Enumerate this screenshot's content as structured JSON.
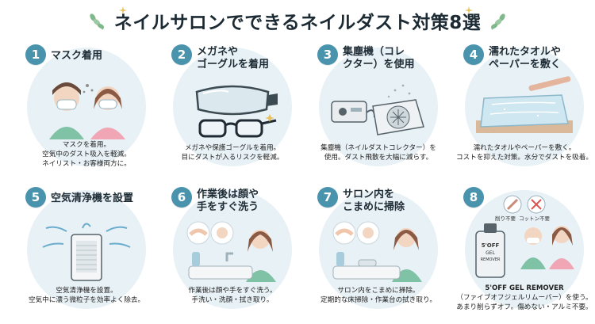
{
  "title": "ネイルサロンでできるネイルダスト対策8選",
  "colors": {
    "accent": "#4a93ad",
    "circle": "#e8f1f6",
    "leaf": "#7fb88a",
    "spark": "#e8c15a"
  },
  "cards": [
    {
      "number": "1",
      "heading_lines": [
        "マスク着用"
      ],
      "desc_lines": [
        "マスクを着用。",
        "空気中のダスト吸入を軽減。",
        "ネイリスト・お客様両方に。"
      ],
      "icon": "mask-icon"
    },
    {
      "number": "2",
      "heading_lines": [
        "メガネや",
        "ゴーグルを着用"
      ],
      "desc_lines": [
        "メガネや保護ゴーグルを着用。",
        "目にダストが入るリスクを軽減。"
      ],
      "icon": "goggles-icon"
    },
    {
      "number": "3",
      "heading_lines": [
        "集塵機（コレ",
        "クター）を使用"
      ],
      "desc_lines": [
        "集塵機（ネイルダストコレクター）を",
        "使用。ダスト飛散を大幅に減らす。"
      ],
      "icon": "dust-collector-icon"
    },
    {
      "number": "4",
      "heading_lines": [
        "濡れたタオルや",
        "ペーパーを敷く"
      ],
      "desc_lines": [
        "濡れたタオルやペーパーを敷く。",
        "コストを抑えた対策。水分でダストを吸着。"
      ],
      "icon": "wet-towel-icon"
    },
    {
      "number": "5",
      "heading_lines": [
        "空気清浄機を設置"
      ],
      "desc_lines": [
        "空気清浄機を設置。",
        "空気中に漂う微粒子を効率よく除去。"
      ],
      "icon": "air-purifier-icon"
    },
    {
      "number": "6",
      "heading_lines": [
        "作業後は顔や",
        "手をすぐ洗う"
      ],
      "desc_lines": [
        "作業後は顔や手をすぐ洗う。",
        "手洗い・洗顔・拭き取り。"
      ],
      "icon": "wash-icon"
    },
    {
      "number": "7",
      "heading_lines": [
        "サロン内を",
        "こまめに掃除"
      ],
      "desc_lines": [
        "サロン内をこまめに掃除。",
        "定期的な床掃除・作業台の拭き取り。"
      ],
      "icon": "cleaning-icon"
    },
    {
      "number": "8",
      "heading_lines": [],
      "desc_lines": [
        "5'OFF GEL REMOVER",
        "（ファイブオフジェルリムーバー）を使う。",
        "あまり削らずオフ。傷めない・アルミ不要。"
      ],
      "icon": "gel-remover-icon",
      "tags": [
        "削り不要",
        "コットン不要"
      ],
      "bottle_label": [
        "5'OFF",
        "GEL",
        "REMOVER"
      ]
    }
  ]
}
